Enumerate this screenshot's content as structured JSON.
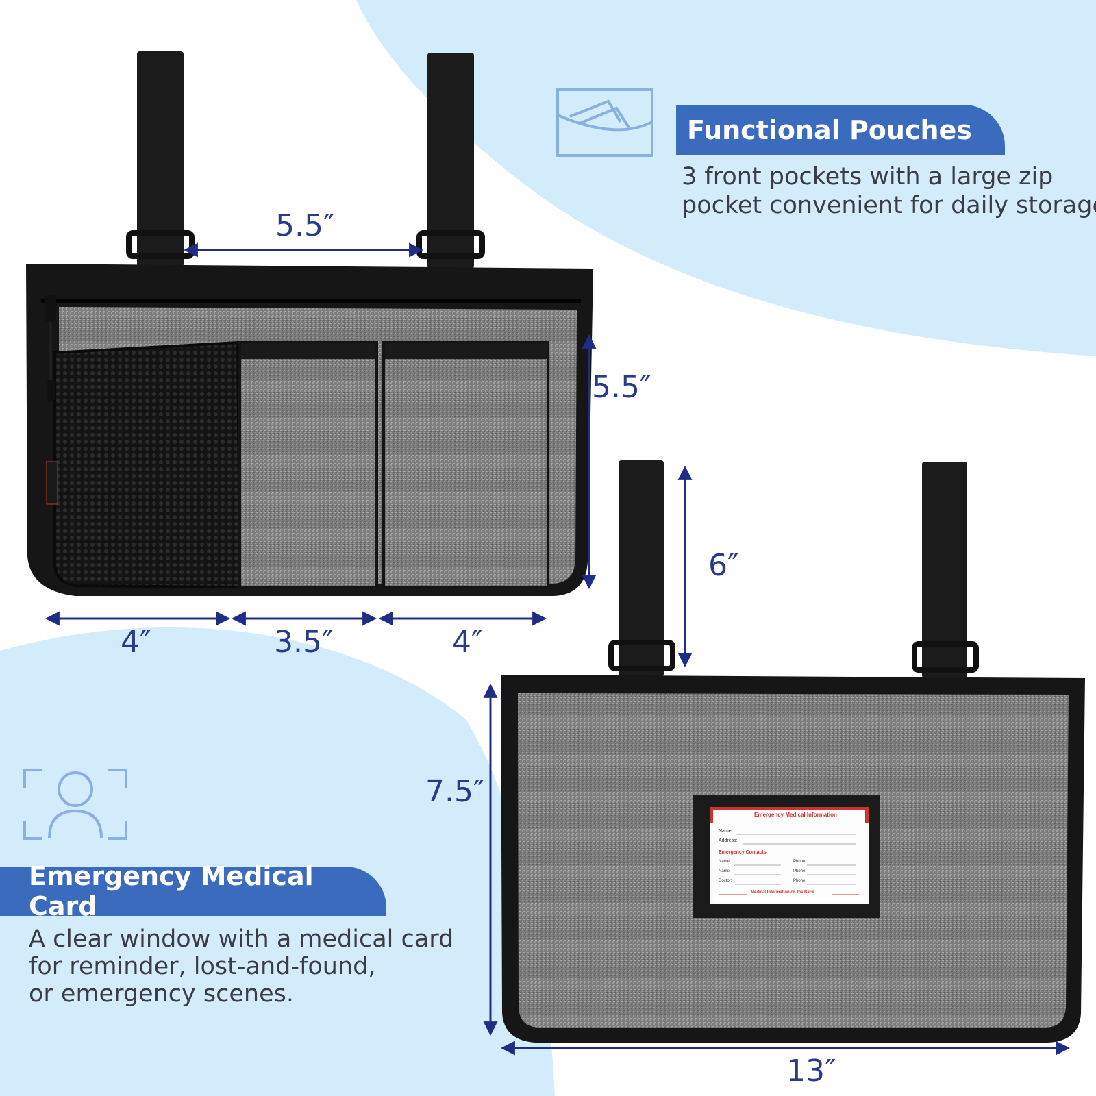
{
  "features": {
    "pouches": {
      "icon": "pocket-icon",
      "title": "Functional Pouches",
      "lines": [
        "3 front pockets with a large zip",
        "pocket convenient for daily storage."
      ]
    },
    "medical": {
      "icon": "person-frame-icon",
      "title": "Emergency Medical Card",
      "lines": [
        "A clear window with a medical card",
        "for reminder, lost-and-found,",
        "or emergency scenes."
      ]
    }
  },
  "front_dimensions": {
    "strap_gap": "5.5″",
    "pocket_height": "5.5″",
    "pocket_widths": [
      "4″",
      "3.5″",
      "4″"
    ]
  },
  "back_dimensions": {
    "strap_length": "6″",
    "height": "7.5″",
    "width": "13″"
  },
  "medical_card": {
    "title": "Emergency Medical Information",
    "name_label": "Name:",
    "address_label": "Address:",
    "contacts_title": "Emergency Contacts",
    "contact_rows": [
      {
        "left": "Name:",
        "right": "Phone:"
      },
      {
        "left": "Name:",
        "right": "Phone:"
      },
      {
        "left": "Doctor:",
        "right": "Phone:"
      }
    ],
    "footer": "Medical Information on the Back"
  },
  "colors": {
    "accent_blue": "#3a6bbd",
    "light_blue_bg": "#d2ecfb",
    "dimension_navy": "#1f2d86",
    "fabric_gray": "#7c7c7c"
  }
}
